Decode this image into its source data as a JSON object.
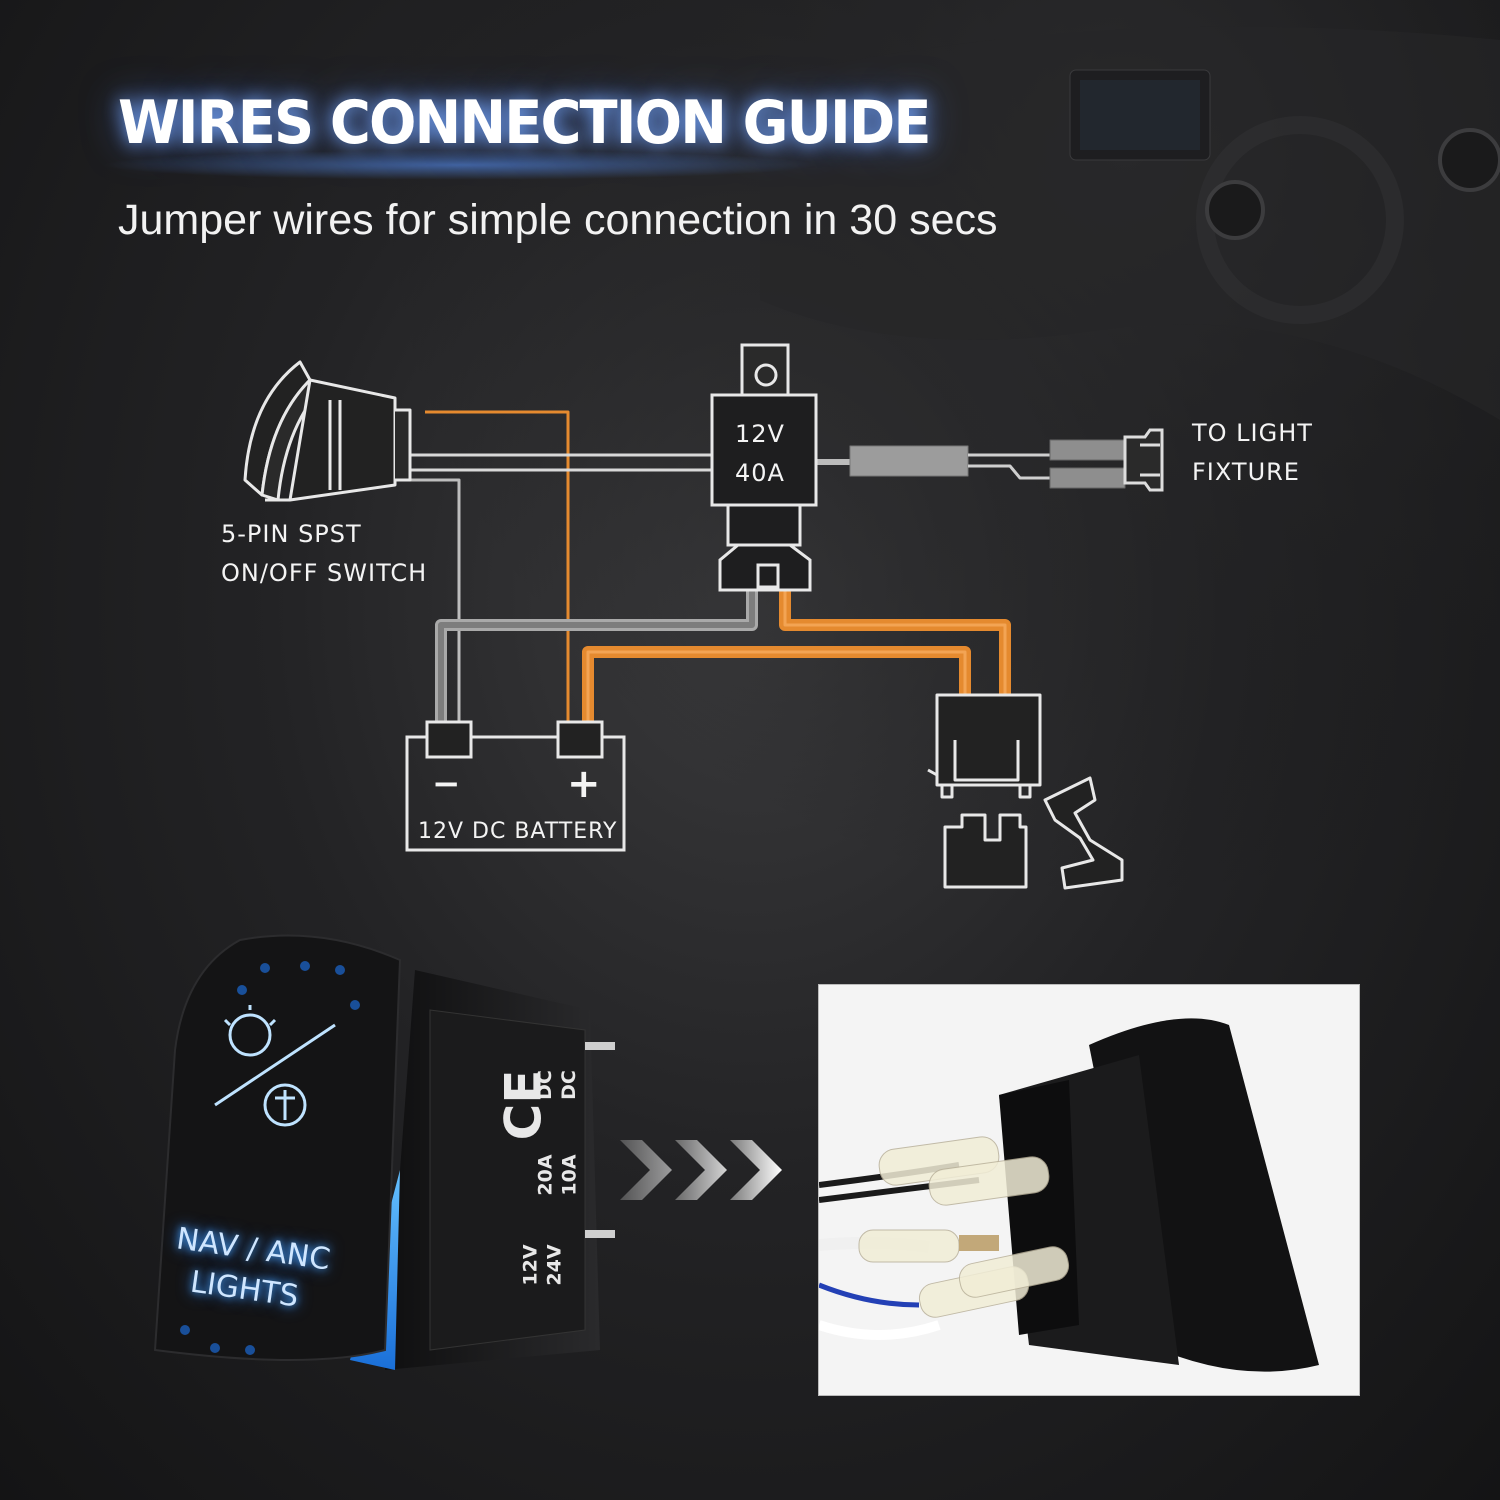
{
  "title": "WIRES CONNECTION GUIDE",
  "subtitle": "Jumper wires for simple connection in 30 secs",
  "diagram": {
    "relay_voltage": "12V",
    "relay_current": "40A",
    "light_label_line1": "TO LIGHT",
    "light_label_line2": "FIXTURE",
    "switch_label_line1": "5-PIN SPST",
    "switch_label_line2": "ON/OFF SWITCH",
    "battery_minus": "−",
    "battery_plus": "+",
    "battery_label": "12V DC BATTERY"
  },
  "switch_photo": {
    "rocker_line1": "NAV / ANC",
    "rocker_line2": "LIGHTS",
    "ce_mark": "CE",
    "dc_1": "DC",
    "dc_2": "DC",
    "amp_1": "20A",
    "amp_2": "10A",
    "volt_1": "12V",
    "volt_2": "24V"
  },
  "colors": {
    "title_glow": "#5a96ff",
    "wire_orange": "#e58a2f",
    "wire_gray": "#9a9a9a",
    "rocker_blue": "#3aa0ff"
  },
  "icons": [
    "switch-drawing",
    "relay-icon",
    "connector-plug-icon",
    "battery-icon",
    "fuse-holder-icon",
    "chevron-arrows-icon",
    "light-bulb-icon",
    "anchor-icon"
  ]
}
